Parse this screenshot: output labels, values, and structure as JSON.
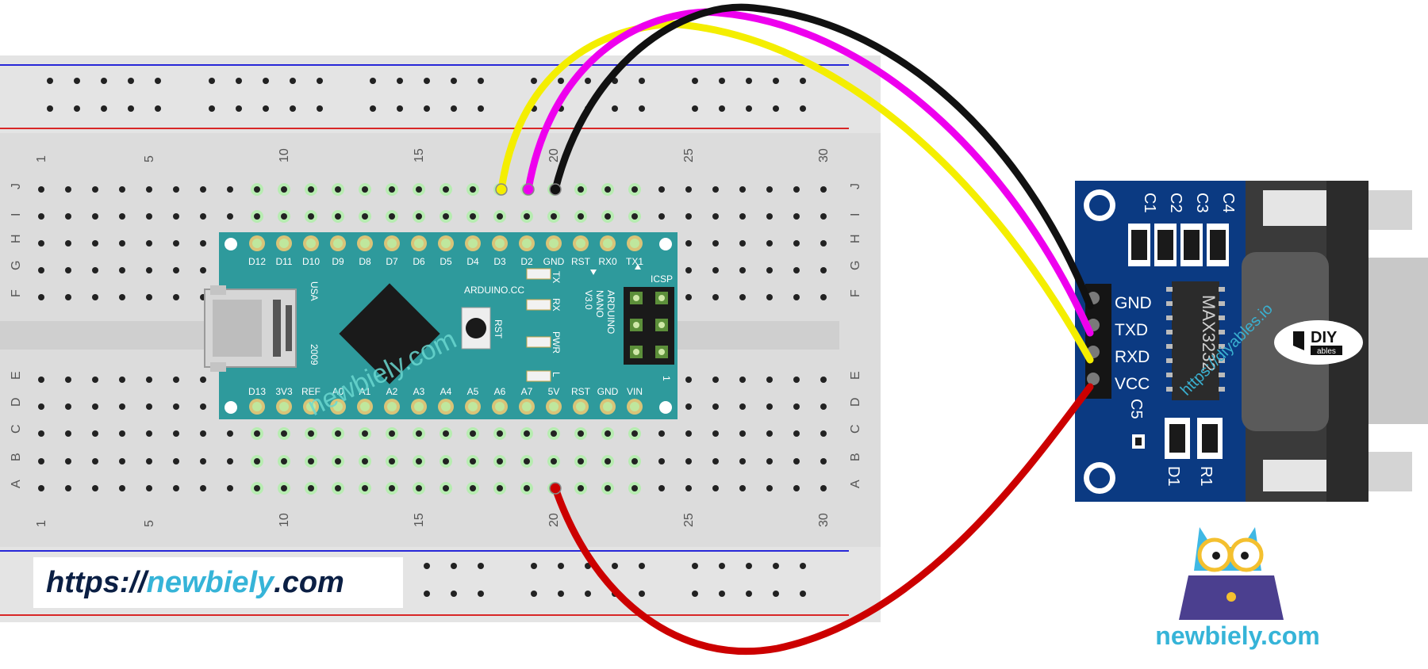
{
  "breadboard": {
    "column_numbers": [
      "1",
      "5",
      "10",
      "15",
      "20",
      "25",
      "30"
    ],
    "row_letters_top": [
      "J",
      "I",
      "H",
      "G",
      "F"
    ],
    "row_letters_bottom": [
      "E",
      "D",
      "C",
      "B",
      "A"
    ]
  },
  "arduino_nano": {
    "top_pins": [
      "D12",
      "D11",
      "D10",
      "D9",
      "D8",
      "D7",
      "D6",
      "D5",
      "D4",
      "D3",
      "D2",
      "GND",
      "RST",
      "RX0",
      "TX1"
    ],
    "bottom_pins": [
      "D13",
      "3V3",
      "REF",
      "A0",
      "A1",
      "A2",
      "A3",
      "A4",
      "A5",
      "A6",
      "A7",
      "5V",
      "RST",
      "GND",
      "VIN"
    ],
    "board_text": "ARDUINO.CC",
    "model_text": [
      "ARDUINO",
      "NANO",
      "V3.0"
    ],
    "usa_text": "USA",
    "year_text": "2009",
    "icsp_text": "ICSP",
    "icsp_num": "1",
    "rst_text": "RST",
    "led_labels": [
      "TX",
      "RX",
      "PWR",
      "L"
    ]
  },
  "module": {
    "pins": [
      "GND",
      "TXD",
      "RXD",
      "VCC"
    ],
    "chip": "MAX3232",
    "caps": [
      "C1",
      "C2",
      "C3",
      "C4"
    ],
    "c5": "C5",
    "d1": "D1",
    "r1": "R1",
    "brand": "DIY",
    "brand_sub": "ables",
    "site": "https://diyables.io"
  },
  "wires": [
    {
      "from": "D3",
      "to": "RXD",
      "color": "#f4ee00"
    },
    {
      "from": "D2",
      "to": "TXD",
      "color": "#ee00ee"
    },
    {
      "from": "GND",
      "to": "GND",
      "color": "#111111"
    },
    {
      "from": "5V",
      "to": "VCC",
      "color": "#cc0000"
    }
  ],
  "watermark": "newbiely.com",
  "url": {
    "prefix": "https://",
    "middle": "newbiely",
    "suffix": ".com"
  },
  "brand_footer": "newbiely.com"
}
